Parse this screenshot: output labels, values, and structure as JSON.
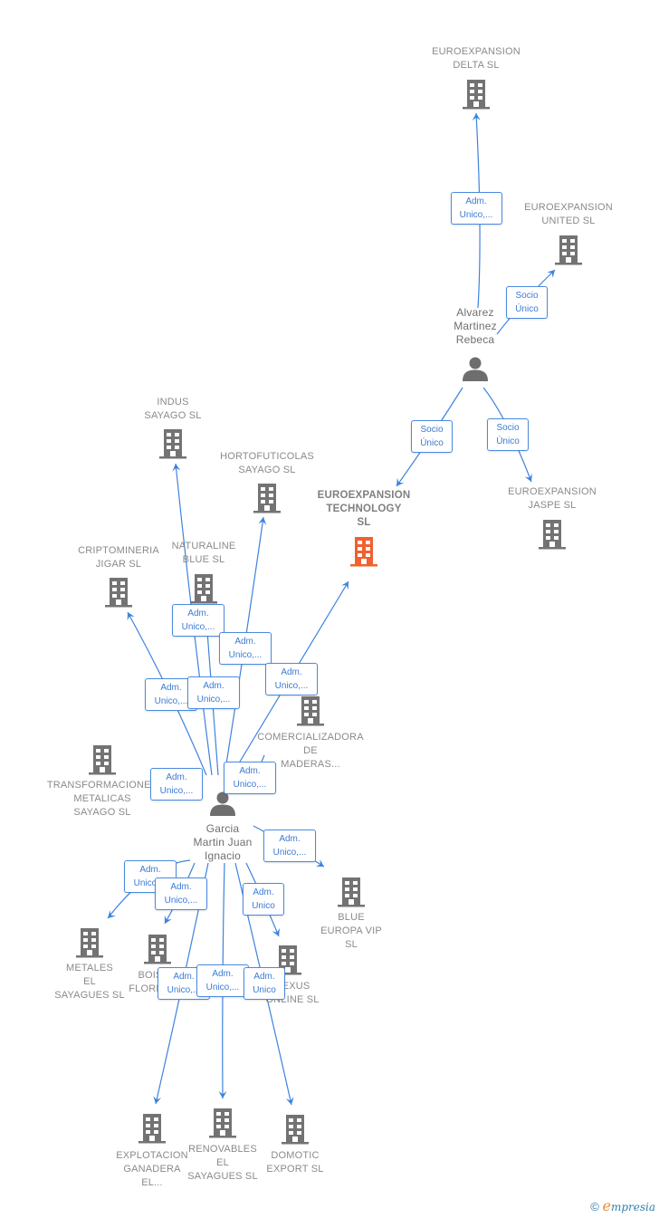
{
  "colors": {
    "edge": "#3d82de",
    "building": "#737373",
    "focus_building": "#f06030",
    "person": "#6e6e6e"
  },
  "people": [
    {
      "id": "alvarez",
      "name": "Alvarez\nMartinez\nRebeca"
    },
    {
      "id": "garcia",
      "name": "Garcia\nMartin Juan\nIgnacio"
    }
  ],
  "companies": [
    {
      "id": "delta",
      "name": "EUROEXPANSION\nDELTA  SL"
    },
    {
      "id": "united",
      "name": "EUROEXPANSION\nUNITED  SL"
    },
    {
      "id": "technology",
      "name": "EUROEXPANSION\nTECHNOLOGY\nSL",
      "focus": true
    },
    {
      "id": "jaspe",
      "name": "EUROEXPANSION\nJASPE  SL"
    },
    {
      "id": "indus",
      "name": "INDUS\nSAYAGO  SL"
    },
    {
      "id": "hortofuticolas",
      "name": "HORTOFUTICOLAS\nSAYAGO  SL"
    },
    {
      "id": "criptomineria",
      "name": "CRIPTOMINERIA\nJIGAR  SL"
    },
    {
      "id": "naturaline",
      "name": "NATURALINE\nBLUE  SL"
    },
    {
      "id": "comercializadora",
      "name": "COMERCIALIZADORA\nDE\nMADERAS..."
    },
    {
      "id": "transformaciones",
      "name": "TRANSFORMACIONES\nMETALICAS\nSAYAGO  SL"
    },
    {
      "id": "blue_europa",
      "name": "BLUE\nEUROPA VIP\nSL"
    },
    {
      "id": "metales",
      "name": "METALES\nEL\nSAYAGUES  SL"
    },
    {
      "id": "bois",
      "name": "BOIS\nFLORE..."
    },
    {
      "id": "nexus",
      "name": "NEXUS\nONLINE  SL"
    },
    {
      "id": "explotacion",
      "name": "EXPLOTACION\nGANADERA\nEL..."
    },
    {
      "id": "renovables",
      "name": "RENOVABLES\nEL\nSAYAGUES  SL"
    },
    {
      "id": "domotic",
      "name": "DOMOTIC\nEXPORT  SL"
    }
  ],
  "relations": [
    {
      "from": "alvarez",
      "to": "delta",
      "label": "Adm.\nUnico,..."
    },
    {
      "from": "alvarez",
      "to": "united",
      "label": "Socio\nÚnico"
    },
    {
      "from": "alvarez",
      "to": "technology",
      "label": "Socio\nÚnico"
    },
    {
      "from": "alvarez",
      "to": "jaspe",
      "label": "Socio\nÚnico"
    },
    {
      "from": "garcia",
      "to": "indus",
      "label": "Adm.\nUnico,..."
    },
    {
      "from": "garcia",
      "to": "hortofuticolas",
      "label": "Adm.\nUnico,..."
    },
    {
      "from": "garcia",
      "to": "technology",
      "label": "Adm.\nUnico,..."
    },
    {
      "from": "garcia",
      "to": "criptomineria",
      "label": "Adm.\nUnico,..."
    },
    {
      "from": "garcia",
      "to": "naturaline",
      "label": "Adm.\nUnico,..."
    },
    {
      "from": "garcia",
      "to": "comercializadora",
      "label": "Adm.\nUnico,..."
    },
    {
      "from": "garcia",
      "to": "transformaciones",
      "label": "Adm.\nUnico,..."
    },
    {
      "from": "garcia",
      "to": "blue_europa",
      "label": "Adm.\nUnico,..."
    },
    {
      "from": "garcia",
      "to": "metales",
      "label": "Adm.\nUnico,..."
    },
    {
      "from": "garcia",
      "to": "bois",
      "label": "Adm.\nUnico,..."
    },
    {
      "from": "garcia",
      "to": "nexus",
      "label": "Adm.\nUnico"
    },
    {
      "from": "garcia",
      "to": "explotacion",
      "label": "Adm.\nUnico,..."
    },
    {
      "from": "garcia",
      "to": "renovables",
      "label": "Adm.\nUnico,..."
    },
    {
      "from": "garcia",
      "to": "domotic",
      "label": "Adm.\nUnico"
    }
  ],
  "brand": {
    "copyright": "©",
    "e": "e",
    "rest": "mpresia"
  }
}
